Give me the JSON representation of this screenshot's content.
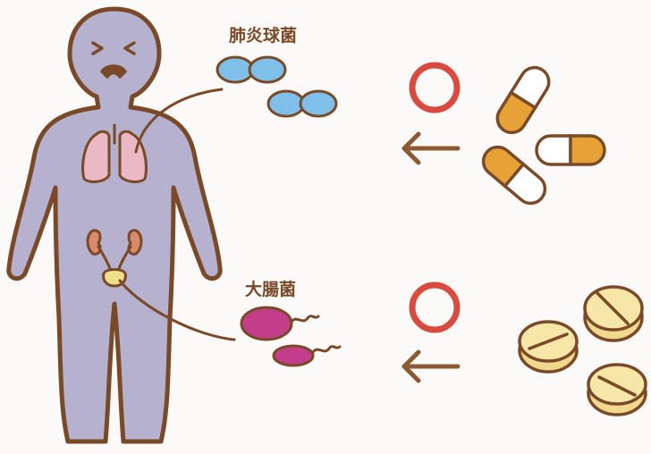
{
  "labels": {
    "pneumococcus": "肺炎球菌",
    "e_coli": "大腸菌"
  },
  "colors": {
    "outline": "#7a4a28",
    "body": "#b6b1cf",
    "lungs": "#ebb8c6",
    "kidneys": "#d88a6a",
    "bladder": "#f0e08a",
    "pneumococcus": "#7ec0ea",
    "e_coli": "#c43d8a",
    "effective_circle": "#d94b3f",
    "arrow": "#8a5a34",
    "capsule_orange": "#e6a237",
    "tablet": "#f6e6a8"
  },
  "icons": [
    "sick-face",
    "lungs",
    "kidneys",
    "bladder",
    "circle-mark",
    "left-arrow",
    "capsule",
    "tablet"
  ]
}
